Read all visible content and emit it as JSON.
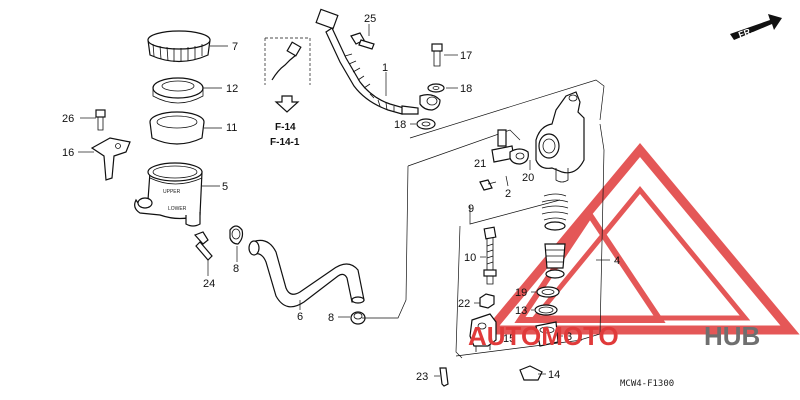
{
  "callouts": [
    "1",
    "2",
    "3",
    "4",
    "5",
    "6",
    "7",
    "8",
    "8",
    "9",
    "10",
    "11",
    "12",
    "13",
    "14",
    "15",
    "16",
    "17",
    "18",
    "18",
    "19",
    "20",
    "21",
    "22",
    "23",
    "24",
    "25",
    "26"
  ],
  "refs": {
    "ref1": "F-14",
    "ref2": "F-14-1"
  },
  "direction_label": "FR.",
  "diagram_code": "MCW4-F1300",
  "reservoir_embossing": {
    "upper": "UPPER",
    "lower": "LOWER"
  },
  "watermark": {
    "part1": "AUTOMOTO",
    "part2": "HUB"
  },
  "colors": {
    "watermark_red": "#e03a3a",
    "watermark_gray": "#6f6f6f"
  },
  "icons": [
    "direction-arrow-icon",
    "down-arrow-icon",
    "watermark-triangle-icon"
  ]
}
